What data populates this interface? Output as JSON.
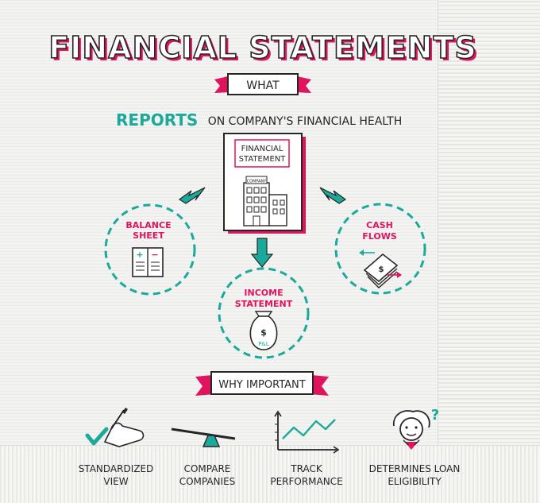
{
  "title": "FINANCIAL STATEMENTS",
  "what_label": "WHAT",
  "reports": {
    "highlight": "REPORTS",
    "rest": "ON COMPANY'S FINANCIAL HEALTH"
  },
  "center": {
    "line1": "FINANCIAL",
    "line2": "STATEMENT",
    "company_sign": "COMPANY"
  },
  "nodes": {
    "balance": {
      "line1": "BALANCE",
      "line2": "SHEET"
    },
    "cash": {
      "line1": "CASH",
      "line2": "FLOWS"
    },
    "income": {
      "line1": "INCOME",
      "line2": "STATEMENT",
      "bag_symbol": "$",
      "bag_text": "P&L"
    }
  },
  "why_label": "WHY IMPORTANT",
  "reasons": [
    {
      "line1": "STANDARDIZED",
      "line2": "VIEW"
    },
    {
      "line1": "COMPARE",
      "line2": "COMPANIES"
    },
    {
      "line1": "TRACK",
      "line2": "PERFORMANCE"
    },
    {
      "line1": "DETERMINES LOAN",
      "line2": "ELIGIBILITY"
    }
  ],
  "question_mark": "?",
  "colors": {
    "teal": "#1aa99a",
    "pink": "#e0135f",
    "ink": "#262626"
  }
}
